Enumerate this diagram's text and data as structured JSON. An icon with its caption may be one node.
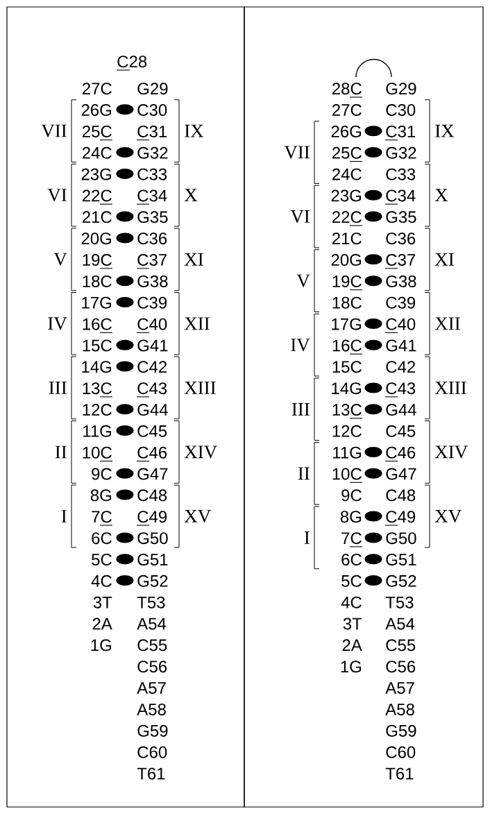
{
  "diagram": {
    "labels": [
      "C28",
      "27C",
      "G29",
      "26G",
      "C30",
      "25C",
      "C31",
      "24C",
      "G32",
      "23G",
      "C33",
      "22C",
      "C34",
      "21C",
      "G35",
      "20G",
      "C36",
      "19C",
      "C37",
      "18C",
      "G38",
      "17G",
      "C39",
      "16C",
      "C40",
      "15C",
      "G41",
      "14G",
      "C42",
      "13C",
      "C43",
      "12C",
      "G44",
      "11G",
      "C45",
      "10C",
      "C46",
      "9C",
      "G47",
      "8G",
      "C48",
      "7C",
      "C49",
      "6C",
      "G50",
      "5C",
      "G51",
      "4C",
      "G52",
      "3T",
      "T53",
      "2A",
      "A54",
      "1G",
      "C55",
      "C56",
      "A57",
      "A58",
      "G59",
      "C60",
      "T61",
      "VII",
      "VI",
      "V",
      "IV",
      "III",
      "II",
      "I",
      "IX",
      "X",
      "XI",
      "XII",
      "XIII",
      "XIV",
      "XV",
      "28C",
      "G29",
      "27C",
      "C30",
      "26G",
      "C31",
      "25C",
      "G32",
      "24C",
      "C33",
      "23G",
      "C34",
      "22C",
      "G35",
      "21C",
      "C36",
      "20G",
      "C37",
      "19C",
      "G38",
      "18C",
      "C39",
      "17G",
      "C40",
      "16C",
      "G41",
      "15C",
      "C42",
      "14G",
      "C43",
      "13C",
      "G44",
      "12C",
      "C45",
      "11G",
      "C46",
      "10C",
      "G47",
      "9C",
      "C48",
      "8G",
      "C49",
      "7C",
      "G50",
      "6C",
      "G51",
      "5C",
      "G52",
      "4C",
      "T53",
      "3T",
      "A54",
      "2A",
      "C55",
      "1G",
      "C56",
      "A57",
      "A58",
      "G59",
      "C60",
      "T61",
      "VII",
      "VI",
      "V",
      "IV",
      "III",
      "II",
      "I",
      "IX",
      "X",
      "XI",
      "XII",
      "XIII",
      "XIV",
      "XV"
    ]
  }
}
